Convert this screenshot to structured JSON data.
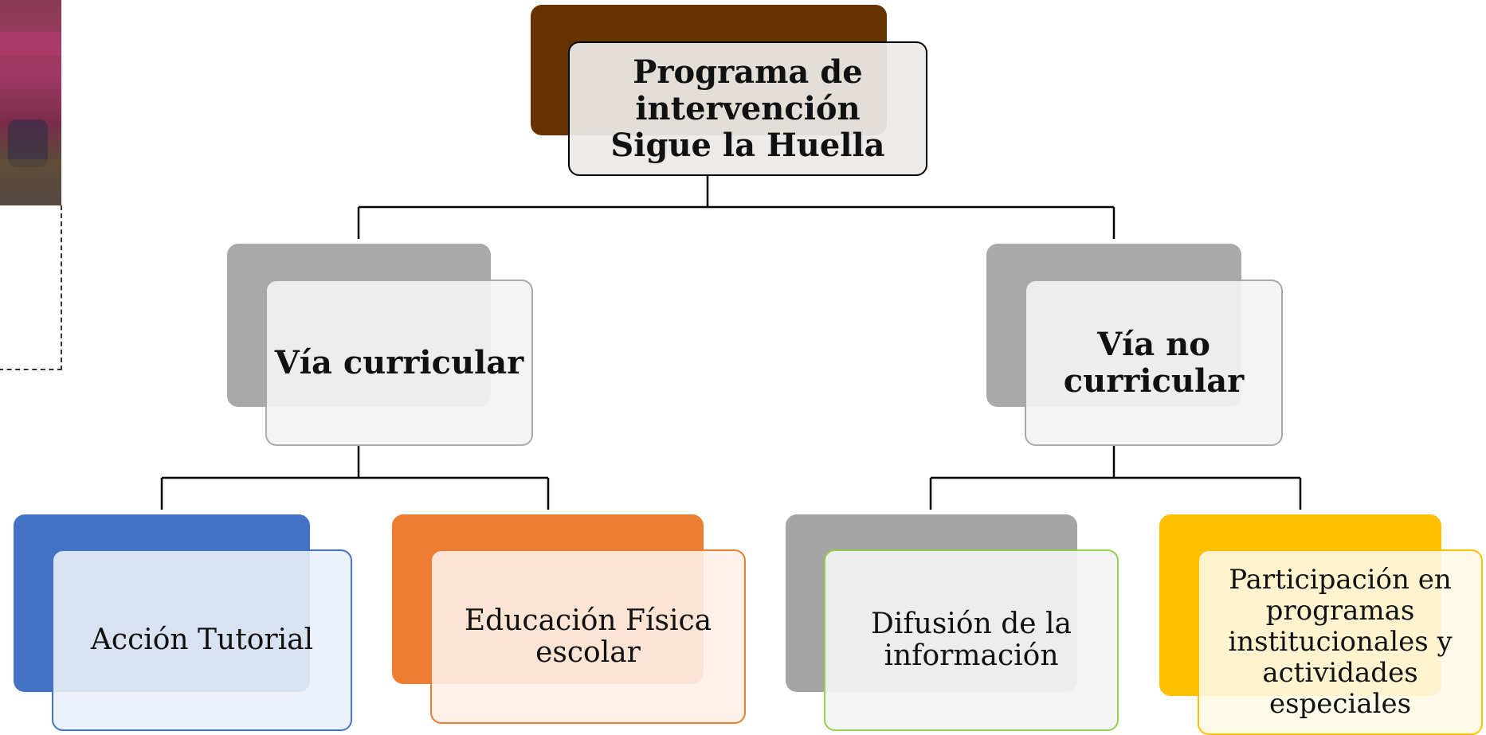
{
  "diagram": {
    "root": {
      "label": "Programa de\nintervención\nSigue la Huella"
    },
    "branches": [
      {
        "label": "Vía curricular",
        "children": [
          {
            "label": "Acción Tutorial"
          },
          {
            "label": "Educación Física\nescolar"
          }
        ]
      },
      {
        "label": "Vía no\ncurricular",
        "children": [
          {
            "label": "Difusión de la\ninformación"
          },
          {
            "label": "Participación en\nprogramas\ninstitucionales y\nactividades\nespeciales"
          }
        ]
      }
    ]
  },
  "colors": {
    "root_back": "#663300",
    "root_front_fill": "#ece9e5",
    "branch_back": "#a9a9a9",
    "branch_front_fill": "#f3f3f3",
    "branch_border": "#a9a9a9",
    "accion_back": "#4472c4",
    "accion_front_fill": "#e9eef8",
    "educacion_back": "#ed7d31",
    "educacion_front_fill": "#fdf0e8",
    "difusion_back": "#a5a5a5",
    "difusion_border": "#92d050",
    "difusion_front_fill": "#f3f3f3",
    "participacion_back": "#ffc000",
    "participacion_front_fill": "#fff8e6",
    "connector": "#000000"
  }
}
